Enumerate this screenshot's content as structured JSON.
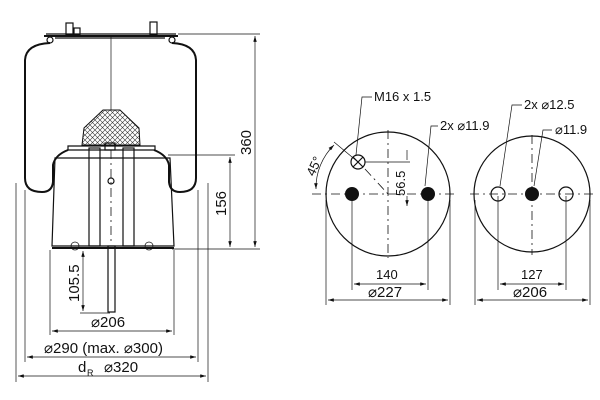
{
  "side_view": {
    "height_total": "360",
    "height_piston": "156",
    "stud_length": "105.5",
    "piston_diameter": "⌀206",
    "bellow_diameter": "⌀290 (max. ⌀300)",
    "dr_label": "d",
    "dr_sub": "R",
    "dr_value": "⌀320"
  },
  "top_plate_view": {
    "thread_label": "M16 x 1.5",
    "angle_label": "45°",
    "holes_label": "2x ⌀11.9",
    "offset_label": "56.5",
    "hole_spacing": "140",
    "diameter": "⌀227"
  },
  "bottom_plate_view": {
    "holes_label": "2x ⌀12.5",
    "center_hole_label": "⌀11.9",
    "hole_spacing": "127",
    "diameter": "⌀206"
  }
}
